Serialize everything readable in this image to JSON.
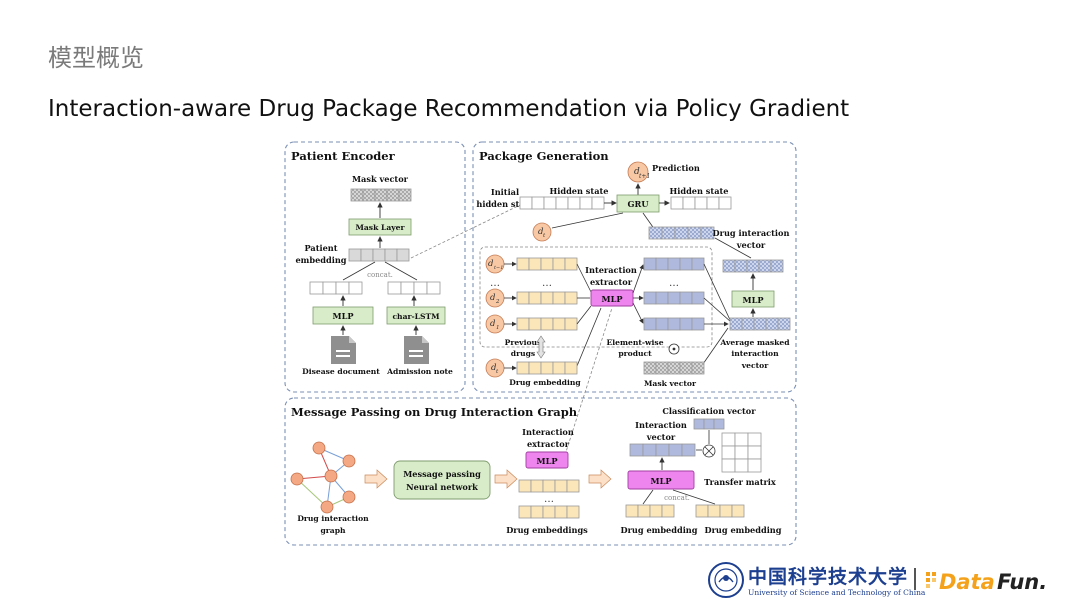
{
  "slide": {
    "title": "模型概览",
    "subtitle": "Interaction-aware Drug Package Recommendation via Policy Gradient"
  },
  "diagram": {
    "patient_encoder": {
      "title": "Patient Encoder",
      "mask_vector": "Mask vector",
      "mask_layer": "Mask Layer",
      "patient_embedding": [
        "Patient",
        "embedding"
      ],
      "concat": "concat.",
      "mlp": "MLP",
      "char_lstm": "char-LSTM",
      "disease_document": "Disease document",
      "admission_note": "Admission note"
    },
    "package_generation": {
      "title": "Package Generation",
      "prediction": "Prediction",
      "initial_hidden_state": [
        "Initial",
        "hidden state"
      ],
      "hidden_state_left": "Hidden state",
      "hidden_state_right": "Hidden state",
      "gru": "GRU",
      "drug_interaction_vector": [
        "Drug interaction",
        "vector"
      ],
      "interaction_extractor": [
        "Interaction",
        "extractor"
      ],
      "mlp_pink": "MLP",
      "mlp_green": "MLP",
      "previous_drugs": [
        "Previous",
        "drugs"
      ],
      "element_wise_product": [
        "Element-wise",
        "product"
      ],
      "average_masked": [
        "Average masked",
        "interaction",
        "vector"
      ],
      "drug_embedding": "Drug embedding",
      "mask_vector": "Mask vector",
      "ellipsis": "…",
      "nodes": {
        "d_t1": [
          "d",
          "t+1"
        ],
        "d_t": [
          "d",
          "t"
        ],
        "d_tm1": [
          "d",
          "t−1"
        ],
        "d_2": [
          "d",
          "2"
        ],
        "d_1": [
          "d",
          "1"
        ],
        "d_t_bottom": [
          "d",
          "t"
        ]
      }
    },
    "message_passing": {
      "title": "Message Passing on Drug Interaction Graph",
      "drug_interaction_graph": [
        "Drug interaction",
        "graph"
      ],
      "mpnn": [
        "Message passing",
        "Neural network"
      ],
      "interaction_extractor": [
        "Interaction",
        "extractor"
      ],
      "mlp_pink_1": "MLP",
      "drug_embeddings": "Drug embeddings",
      "classification_vector": "Classification vector",
      "interaction_vector": [
        "Interaction",
        "vector"
      ],
      "mlp_pink_2": "MLP",
      "concat": "concat.",
      "transfer_matrix": "Transfer matrix",
      "drug_embedding_a": "Drug embedding",
      "drug_embedding_b": "Drug embedding",
      "ellipsis": "…"
    }
  },
  "logos": {
    "ustc_cn": "中国科学技术大学",
    "ustc_en": "University of Science and Technology of China",
    "datafun_a": "Data",
    "datafun_b": "Fun."
  },
  "colors": {
    "yellow_cell": "#fbe6b9",
    "blue_cell": "#aeb9dd",
    "green_box": "#d8ecc9",
    "pink_box": "#ee85ee",
    "orange_node": "#f8c8a4",
    "dashed_border": "#7b8fb5",
    "ustc_blue": "#1d3f8f",
    "datafun_orange": "#f4a21c"
  }
}
